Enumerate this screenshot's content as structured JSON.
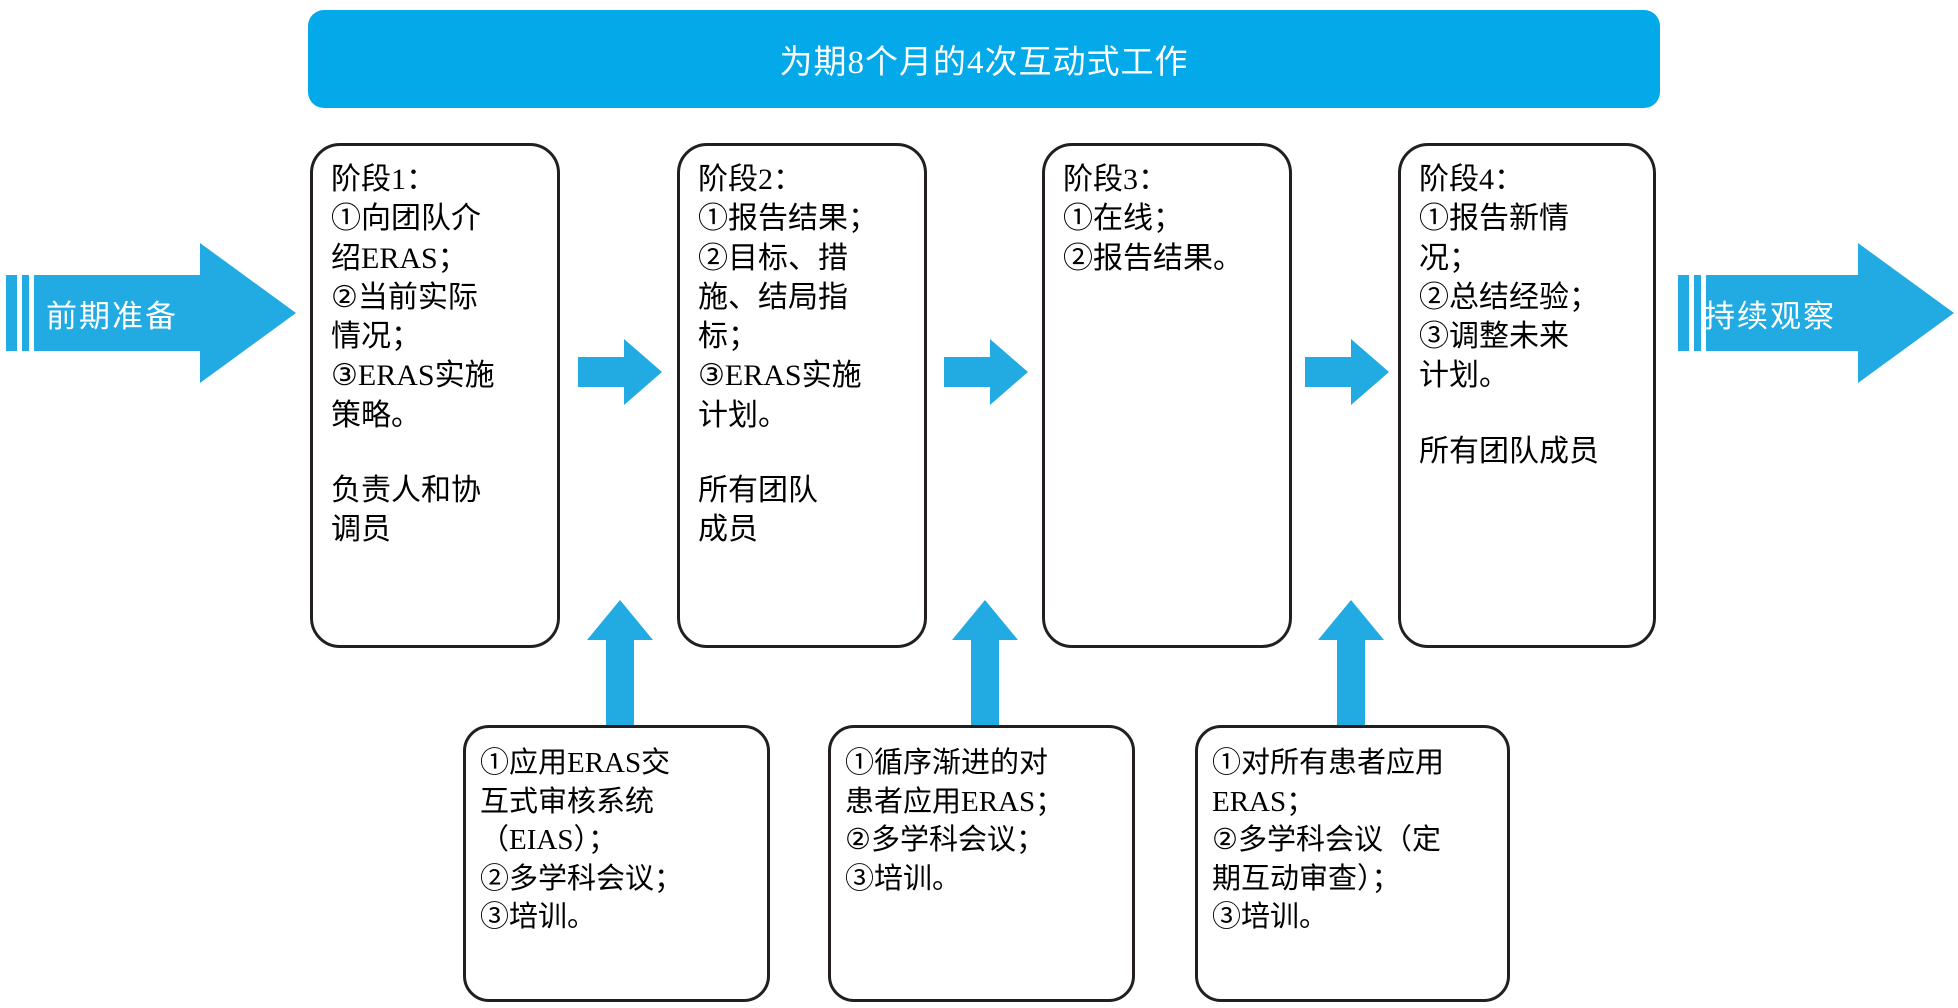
{
  "colors": {
    "accent_blue": "#03A9E8",
    "arrow_blue": "#22ABE3",
    "box_border": "#231f20",
    "background": "#ffffff",
    "banner_text": "#ffffff"
  },
  "banner": {
    "title": "为期8个月的4次互动式工作"
  },
  "side_arrows": {
    "left": {
      "label": "前期准备",
      "direction": "right"
    },
    "right": {
      "label": "持续观察",
      "direction": "right"
    }
  },
  "phases": [
    {
      "id": "phase-1",
      "body": "阶段1：\n①向团队介\n绍ERAS；\n②当前实际\n情况；\n③ERAS实施\n策略。",
      "owner": "负责人和协\n调员"
    },
    {
      "id": "phase-2",
      "body": "阶段2：\n①报告结果；\n②目标、措\n施、结局指\n标；\n③ERAS实施\n计划。",
      "owner": "所有团队\n成员"
    },
    {
      "id": "phase-3",
      "body": "阶段3：\n①在线；\n②报告结果。",
      "owner": ""
    },
    {
      "id": "phase-4",
      "body": "阶段4：\n①报告新情\n况；\n②总结经验；\n③调整未来\n计划。",
      "owner": "所有团队成员"
    }
  ],
  "actions": [
    {
      "id": "action-1",
      "body": "①应用ERAS交\n互式审核系统\n（EIAS）；\n②多学科会议；\n③培训。"
    },
    {
      "id": "action-2",
      "body": "①循序渐进的对\n患者应用ERAS；\n②多学科会议；\n③培训。"
    },
    {
      "id": "action-3",
      "body": "①对所有患者应用\nERAS；\n②多学科会议（定\n期互动审查）；\n③培训。"
    }
  ],
  "connectors": {
    "right_arrows": [
      "phase1-to-phase2",
      "phase2-to-phase3",
      "phase3-to-phase4"
    ],
    "up_arrows": [
      "action1-to-phase1",
      "action2-to-phase2",
      "action3-to-phase3"
    ]
  }
}
